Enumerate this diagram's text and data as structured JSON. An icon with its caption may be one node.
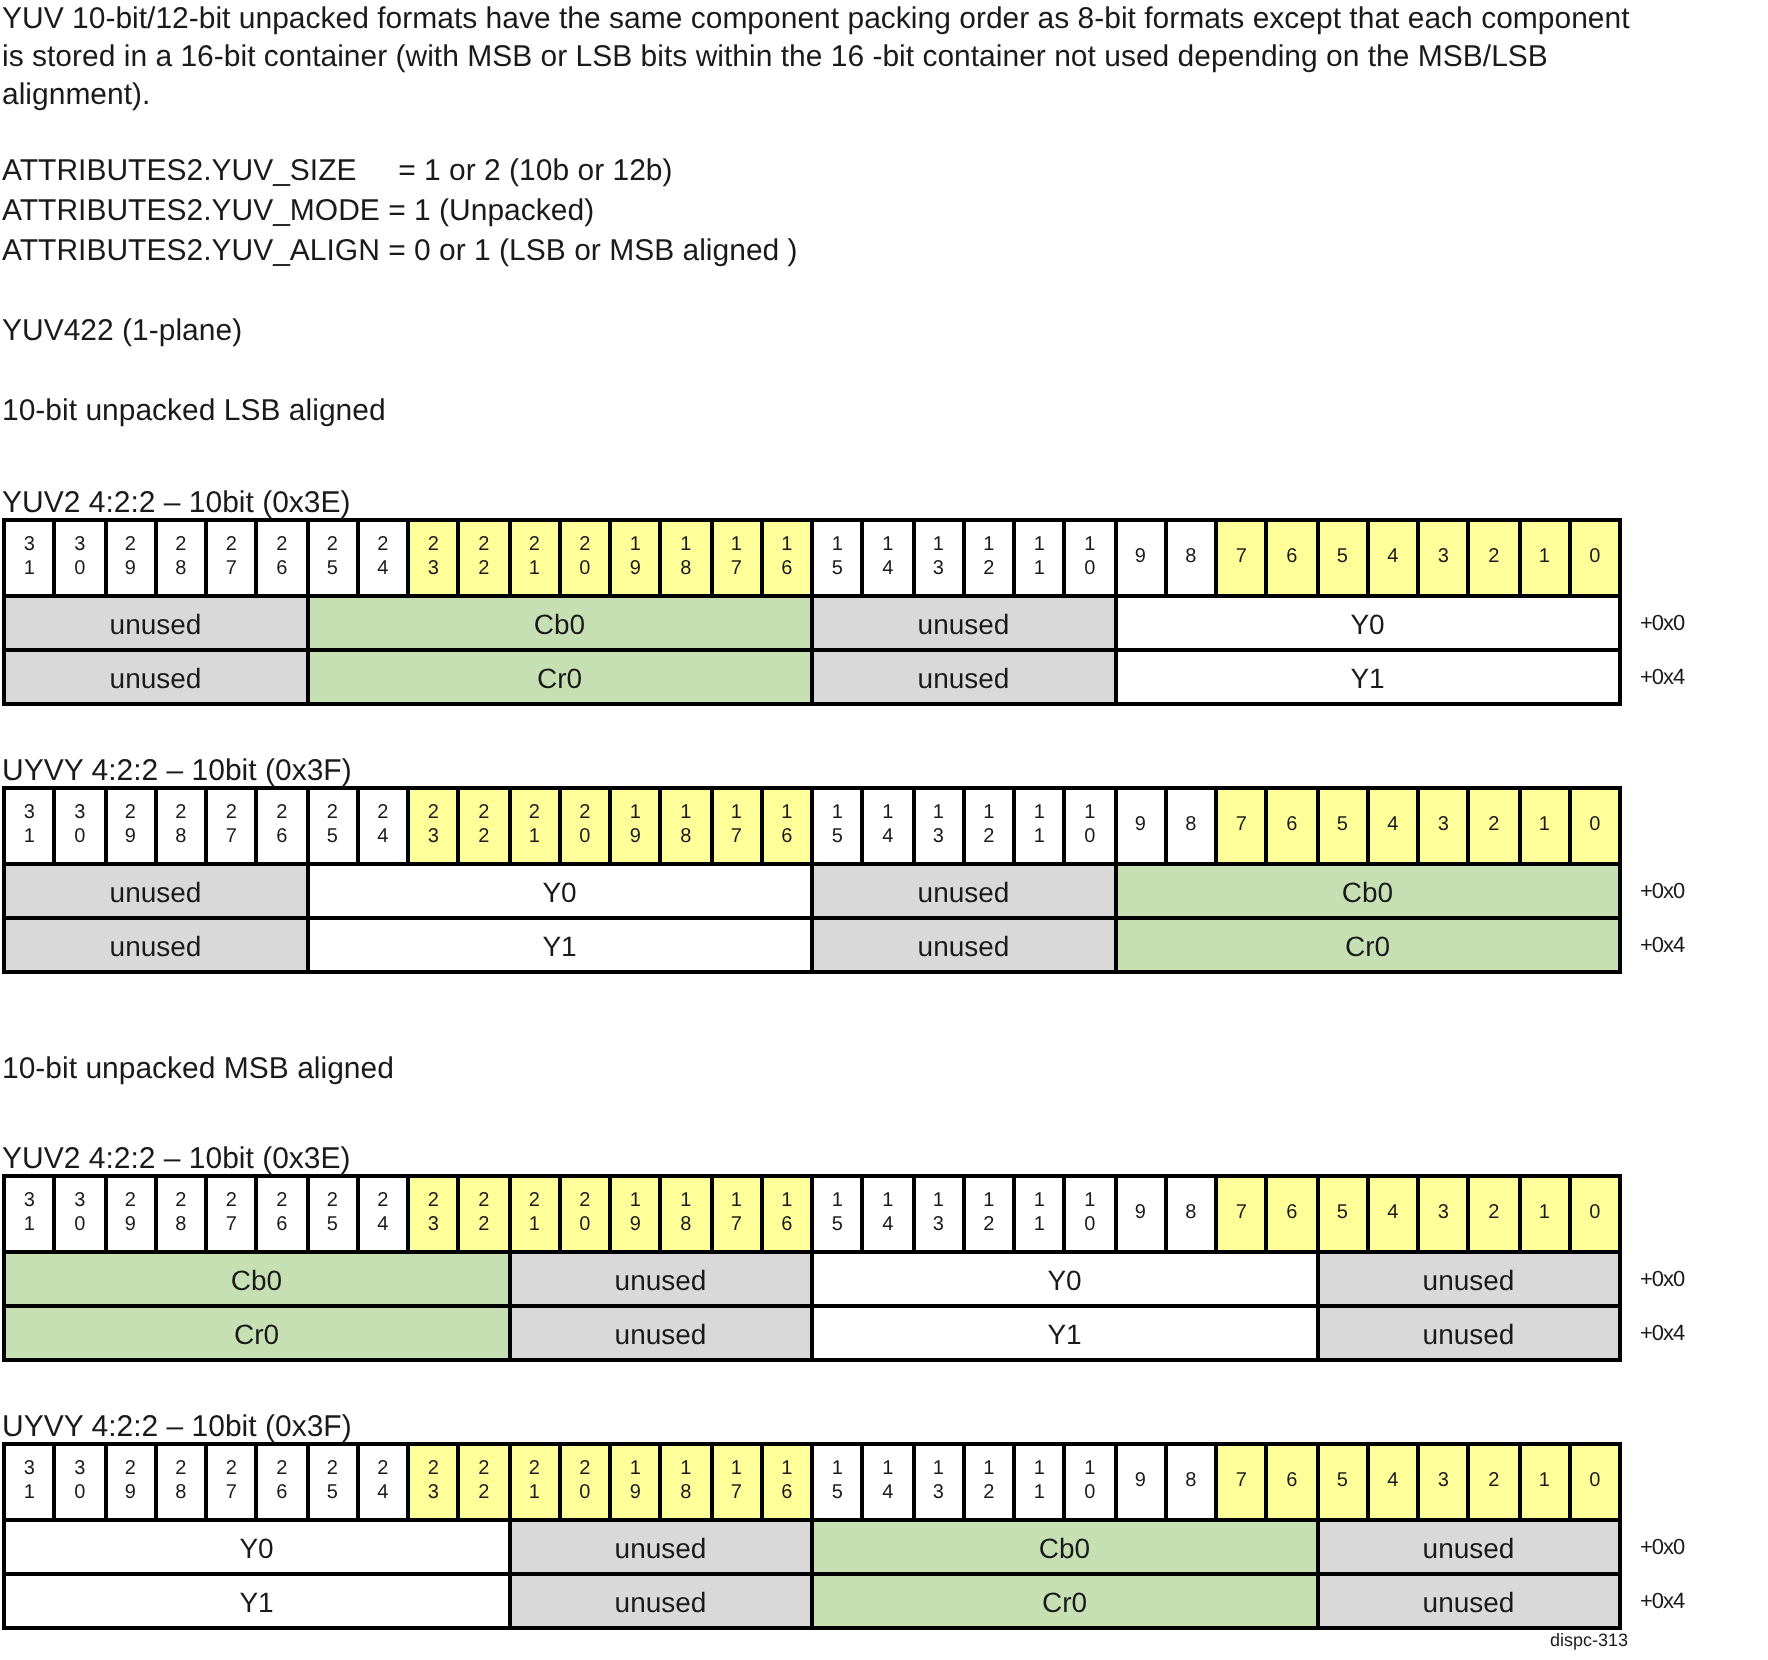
{
  "diagram": {
    "labels": [
      "YUV 10-bit/12-bit unpacked formats have the same component packing order as 8-bit formats except that each component is stored in a 16-bit container (with MSB or LSB bits within the 16 -bit container not used depending on the MSB/LSB alignment).",
      "ATTRIBUTES2.YUV_SIZE     = 1 or 2 (10b or 12b)",
      "ATTRIBUTES2.YUV_MODE = 1 (Unpacked)",
      "ATTRIBUTES2.YUV_ALIGN = 0 or 1 (LSB or MSB aligned )",
      "YUV422 (1-plane)",
      "10-bit unpacked LSB aligned",
      "YUV2 4:2:2 – 10bit (0x3E)",
      "31",
      "30",
      "29",
      "28",
      "27",
      "26",
      "25",
      "24",
      "23",
      "22",
      "21",
      "20",
      "19",
      "18",
      "17",
      "16",
      "15",
      "14",
      "13",
      "12",
      "11",
      "10",
      "9",
      "8",
      "7",
      "6",
      "5",
      "4",
      "3",
      "2",
      "1",
      "0",
      "unused",
      "Cb0",
      "unused",
      "Y0",
      "+0x0",
      "unused",
      "Cr0",
      "unused",
      "Y1",
      "+0x4",
      "UYVY 4:2:2 – 10bit (0x3F)",
      "31",
      "30",
      "29",
      "28",
      "27",
      "26",
      "25",
      "24",
      "23",
      "22",
      "21",
      "20",
      "19",
      "18",
      "17",
      "16",
      "15",
      "14",
      "13",
      "12",
      "11",
      "10",
      "9",
      "8",
      "7",
      "6",
      "5",
      "4",
      "3",
      "2",
      "1",
      "0",
      "unused",
      "Y0",
      "unused",
      "Cb0",
      "+0x0",
      "unused",
      "Y1",
      "unused",
      "Cr0",
      "+0x4",
      "10-bit unpacked MSB aligned",
      "YUV2 4:2:2 – 10bit (0x3E)",
      "31",
      "30",
      "29",
      "28",
      "27",
      "26",
      "25",
      "24",
      "23",
      "22",
      "21",
      "20",
      "19",
      "18",
      "17",
      "16",
      "15",
      "14",
      "13",
      "12",
      "11",
      "10",
      "9",
      "8",
      "7",
      "6",
      "5",
      "4",
      "3",
      "2",
      "1",
      "0",
      "Cb0",
      "unused",
      "Y0",
      "unused",
      "+0x0",
      "Cr0",
      "unused",
      "Y1",
      "unused",
      "+0x4",
      "UYVY 4:2:2 – 10bit (0x3F)",
      "31",
      "30",
      "29",
      "28",
      "27",
      "26",
      "25",
      "24",
      "23",
      "22",
      "21",
      "20",
      "19",
      "18",
      "17",
      "16",
      "15",
      "14",
      "13",
      "12",
      "11",
      "10",
      "9",
      "8",
      "7",
      "6",
      "5",
      "4",
      "3",
      "2",
      "1",
      "0",
      "Y0",
      "unused",
      "Cb0",
      "unused",
      "+0x0",
      "Y1",
      "unused",
      "Cr0",
      "unused",
      "+0x4",
      "dispc-313"
    ]
  }
}
